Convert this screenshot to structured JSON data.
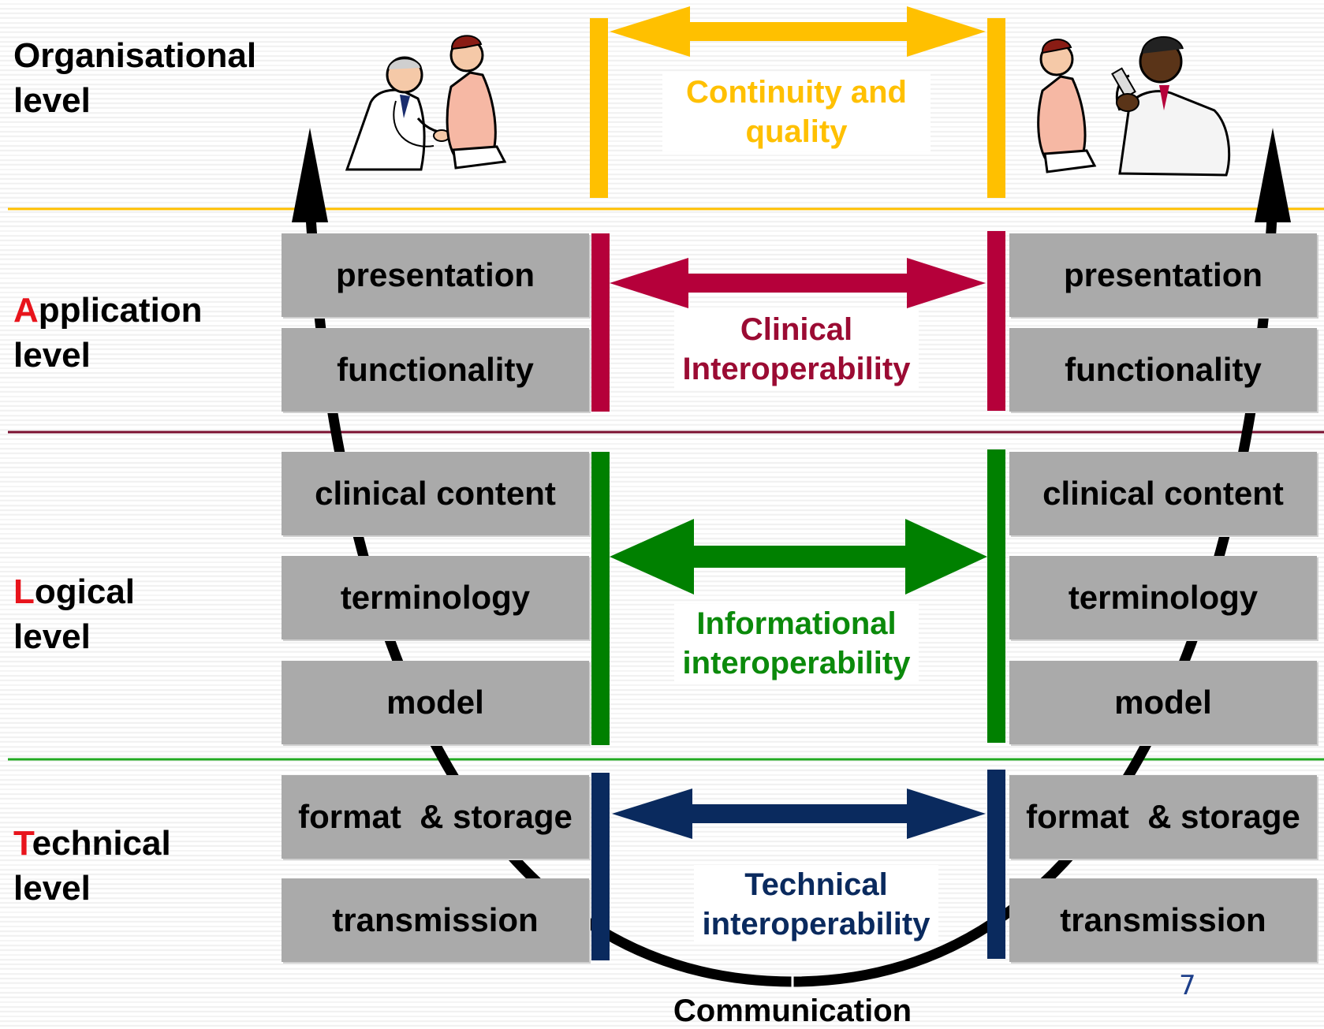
{
  "levels": {
    "organisational": {
      "line1": "Organisational",
      "line2": "level"
    },
    "application": {
      "initial": "A",
      "rest": "pplication",
      "line2": "level"
    },
    "logical": {
      "initial": "L",
      "rest": "ogical",
      "line2": "level"
    },
    "technical": {
      "initial": "T",
      "rest": "echnical",
      "line2": "level"
    }
  },
  "left_stack": {
    "presentation": "presentation",
    "functionality": "functionality",
    "clinical_content": "clinical content",
    "terminology": "terminology",
    "model": "model",
    "format_storage": "format  & storage",
    "transmission": "transmission"
  },
  "right_stack": {
    "presentation": "presentation",
    "functionality": "functionality",
    "clinical_content": "clinical content",
    "terminology": "terminology",
    "model": "model",
    "format_storage": "format  & storage",
    "transmission": "transmission"
  },
  "interoperability": {
    "continuity": {
      "line1": "Continuity and",
      "line2": "quality"
    },
    "clinical": {
      "line1": "Clinical",
      "line2": "Interoperability"
    },
    "informational": {
      "line1": "Informational",
      "line2": "interoperability"
    },
    "technical": {
      "line1": "Technical",
      "line2": "interoperability"
    }
  },
  "communication_label": "Communication",
  "page_number": "7",
  "colors": {
    "organisational": "#ffc000",
    "clinical": "#b5003a",
    "informational": "#008000",
    "technical": "#0a2a5e",
    "box": "#aaaaaa",
    "level_initial": "#e8141c"
  },
  "icons": [
    "doctor-with-stethoscope-icon",
    "patient-icon",
    "patient-icon",
    "doctor-with-syringe-icon"
  ]
}
